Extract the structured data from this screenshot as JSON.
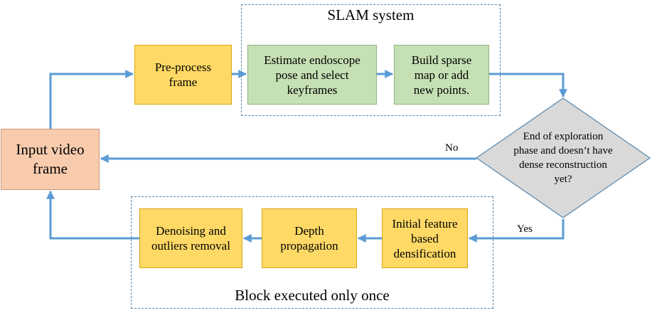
{
  "groups": {
    "slam": {
      "label": "SLAM system"
    },
    "once": {
      "label": "Block executed only once"
    }
  },
  "nodes": {
    "input": "Input video frame",
    "preprocess": "Pre-process frame",
    "estimate": "Estimate endoscope pose and select keyframes",
    "build": "Build sparse map or add new points.",
    "decision": "End of exploration phase and doesn’t have dense reconstruction yet?",
    "initial": "Initial feature based densification",
    "depth": "Depth propagation",
    "denoise": "Denoising and outliers removal"
  },
  "edges": {
    "no": "No",
    "yes": "Yes"
  },
  "colors": {
    "arrow": "#5b9bd5",
    "yellow": "#ffd966",
    "green": "#c5e0b4",
    "salmon": "#f8cbad",
    "diamond": "#d9d9d9"
  }
}
